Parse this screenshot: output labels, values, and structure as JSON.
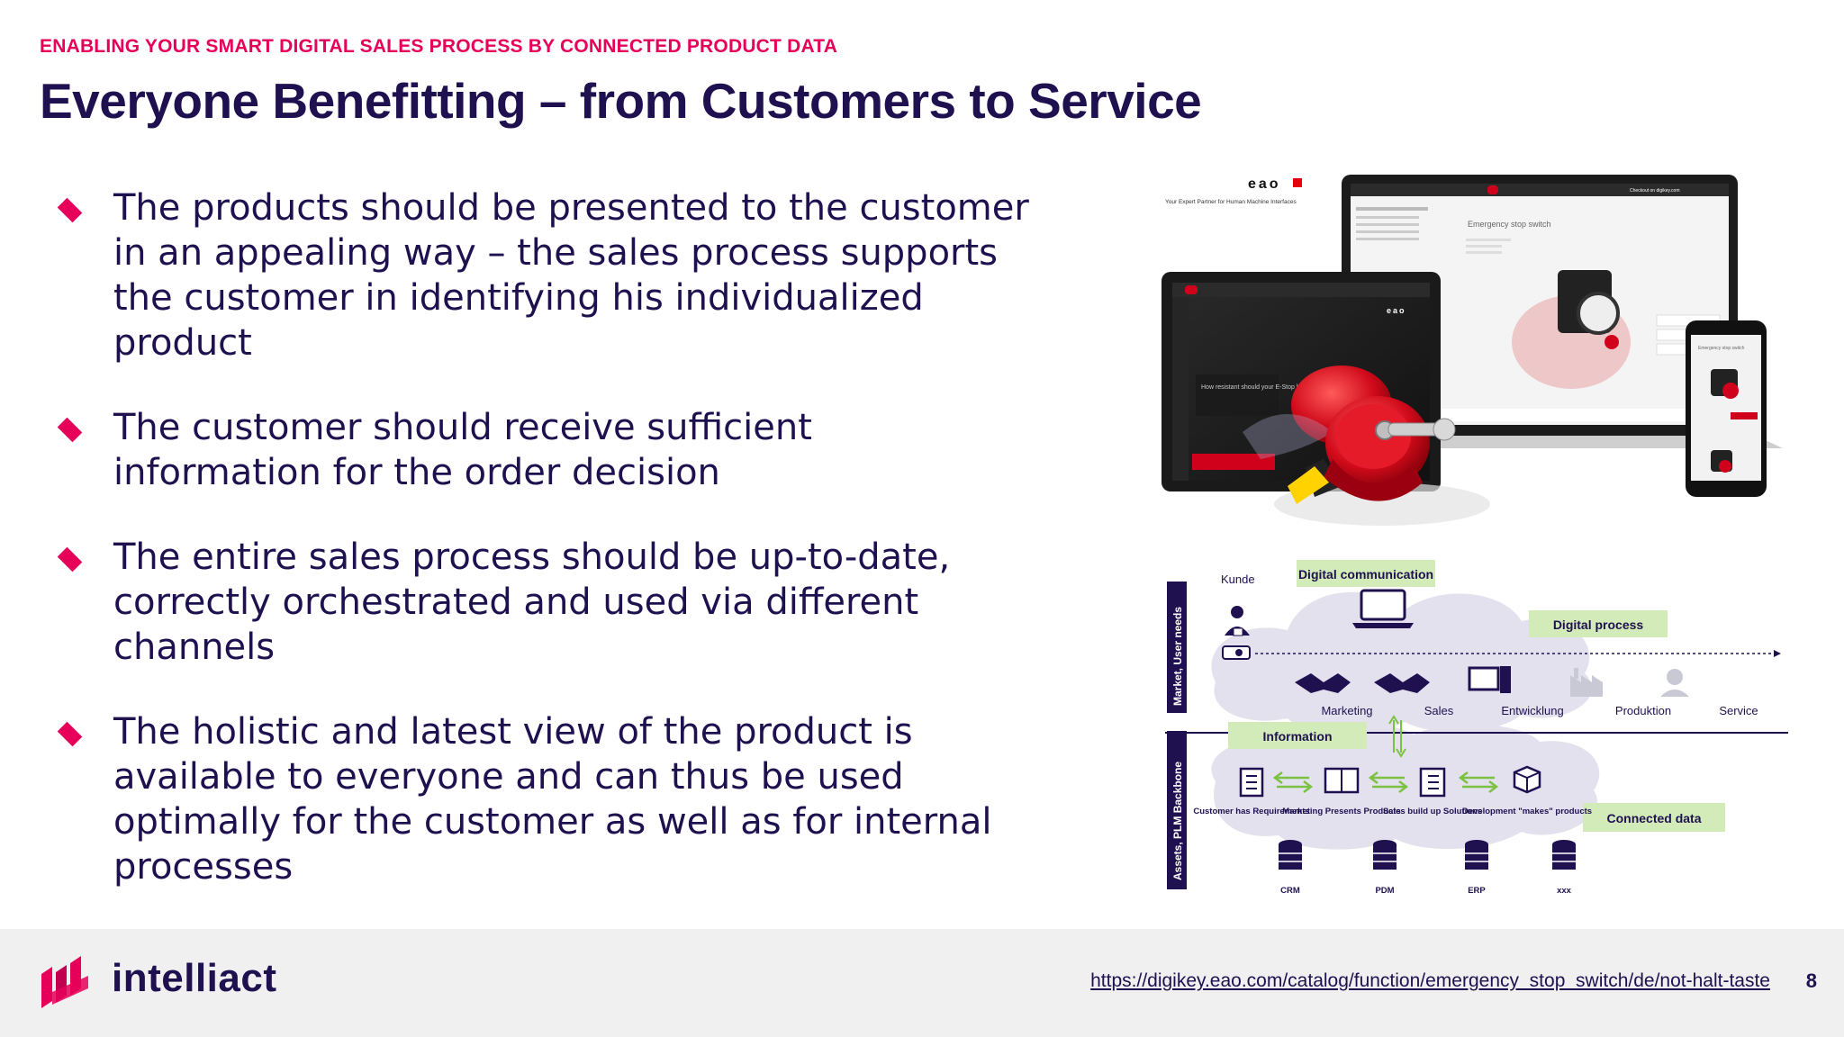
{
  "header": {
    "kicker": "ENABLING YOUR SMART DIGITAL SALES PROCESS BY CONNECTED PRODUCT DATA",
    "title": "Everyone Benefitting – from Customers to Service"
  },
  "bullets": [
    "The products should be presented to the customer in an appealing way – the sales process supports the customer in identifying his individualized product",
    "The customer should receive sufficient information for the order decision",
    "The entire sales process should be up-to-date, correctly orchestrated and used via different channels",
    "The holistic and latest view of the product is available to everyone and can thus be used optimally for the customer as well as for internal processes"
  ],
  "product_image": {
    "brand": "eao",
    "tagline": "Your Expert Partner for Human Machine Interfaces",
    "laptop_heading": "Emergency stop switch",
    "laptop_button": "Checkout on digikey.com",
    "tablet_question": "How resistant should your E-Stop be?",
    "phone_heading": "Emergency stop switch"
  },
  "diagram": {
    "axis_top": "Market, User needs",
    "axis_bottom": "Assets, PLM Backbone",
    "kunde": "Kunde",
    "tag_digital_communication": "Digital communication",
    "tag_digital_process": "Digital process",
    "tag_information": "Information",
    "tag_connected_data": "Connected data",
    "roles": [
      "Marketing",
      "Sales",
      "Entwicklung",
      "Produktion",
      "Service"
    ],
    "steps": [
      "Customer has Requirements",
      "Marketing Presents Products",
      "Sales build up Solutions",
      "Development \"makes\" products"
    ],
    "systems": [
      "CRM",
      "PDM",
      "ERP",
      "xxx"
    ]
  },
  "footer": {
    "brand": "intelliact",
    "source_link": "https://digikey.eao.com/catalog/function/emergency_stop_switch/de/not-halt-taste",
    "page_number": "8"
  },
  "colors": {
    "accent": "#e6005a",
    "navy": "#1f1150",
    "green_tag": "#d3ebb8",
    "cloud": "#e3e1ee"
  }
}
